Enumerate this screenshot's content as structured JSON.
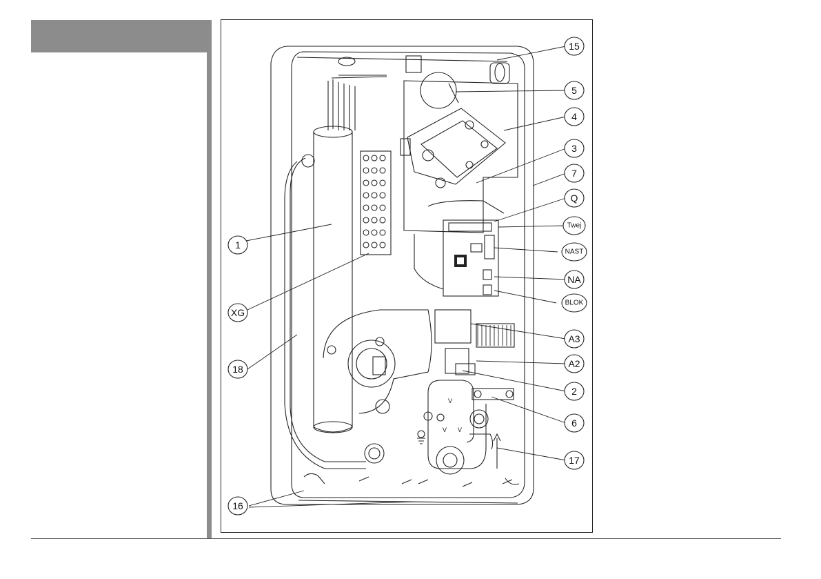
{
  "header": {
    "title": ""
  },
  "figure": {
    "callouts": {
      "c15": "15",
      "c5": "5",
      "c4": "4",
      "c3": "3",
      "c7": "7",
      "cQ": "Q",
      "cTwej": "Twej",
      "cNAST": "NAST",
      "cNA": "NA",
      "cBLOK": "BLOK",
      "cA3": "A3",
      "cA2": "A2",
      "c2": "2",
      "c6": "6",
      "c17": "17",
      "c1": "1",
      "cXG": "XG",
      "c18": "18",
      "c16": "16"
    },
    "panel_marks": {
      "v1": "V",
      "v2": "V",
      "v3": "V"
    }
  }
}
